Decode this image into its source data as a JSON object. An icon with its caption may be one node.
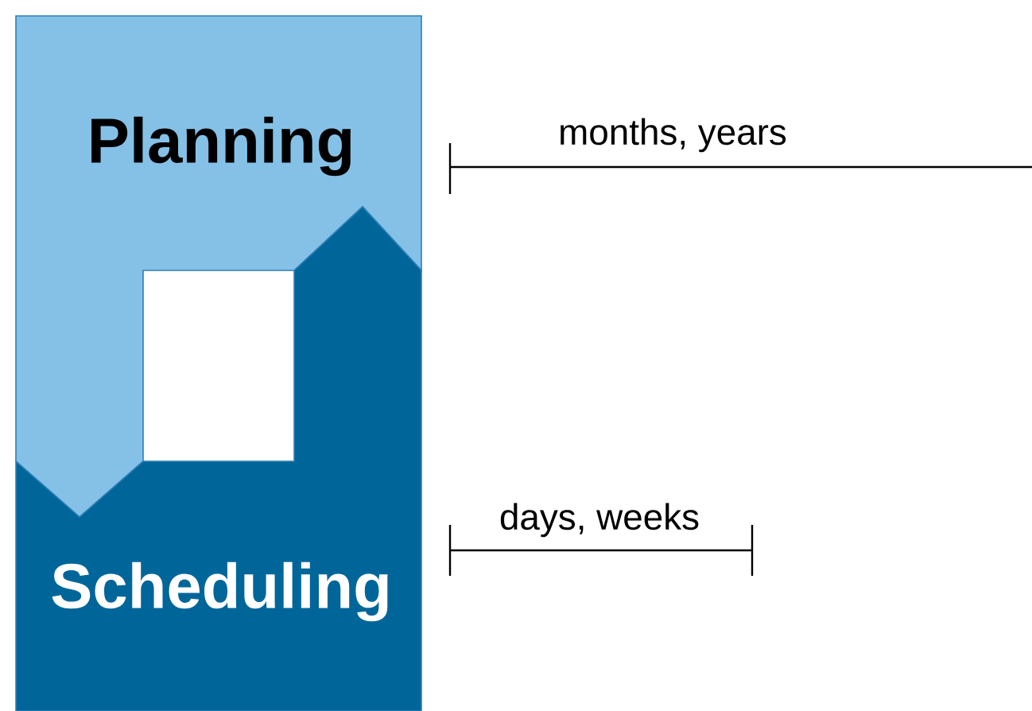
{
  "diagram": {
    "nodes": [
      {
        "text": [
          "Planning"
        ]
      },
      {
        "text": [
          "Scheduling"
        ]
      }
    ],
    "labels": [
      "months, years",
      "days, weeks"
    ]
  }
}
